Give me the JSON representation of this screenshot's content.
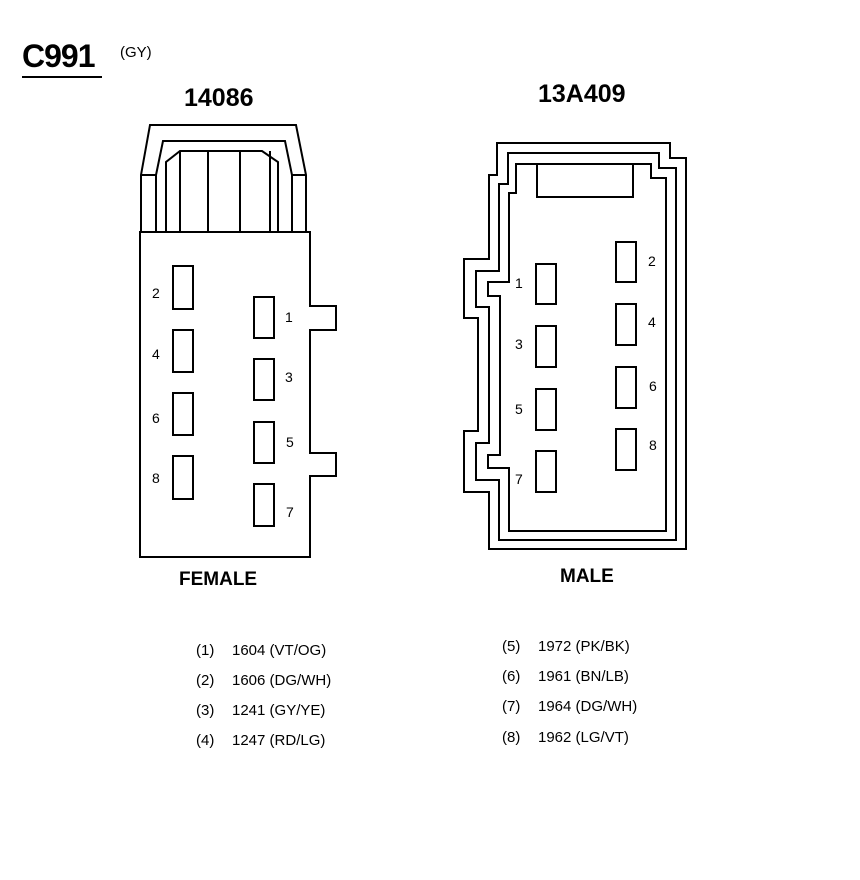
{
  "connector": {
    "id": "C991",
    "color_code": "(GY)"
  },
  "female": {
    "part_number": "14086",
    "gender_label": "FEMALE",
    "pins": [
      "2",
      "4",
      "6",
      "8",
      "1",
      "3",
      "5",
      "7"
    ]
  },
  "male": {
    "part_number": "13A409",
    "gender_label": "MALE",
    "pins": [
      "1",
      "3",
      "5",
      "7",
      "2",
      "4",
      "6",
      "8"
    ]
  },
  "circuits": [
    {
      "pin": "(1)",
      "text": "1604 (VT/OG)"
    },
    {
      "pin": "(2)",
      "text": "1606 (DG/WH)"
    },
    {
      "pin": "(3)",
      "text": "1241 (GY/YE)"
    },
    {
      "pin": "(4)",
      "text": "1247 (RD/LG)"
    },
    {
      "pin": "(5)",
      "text": "1972 (PK/BK)"
    },
    {
      "pin": "(6)",
      "text": "1961 (BN/LB)"
    },
    {
      "pin": "(7)",
      "text": "1964 (DG/WH)"
    },
    {
      "pin": "(8)",
      "text": "1962 (LG/VT)"
    }
  ]
}
